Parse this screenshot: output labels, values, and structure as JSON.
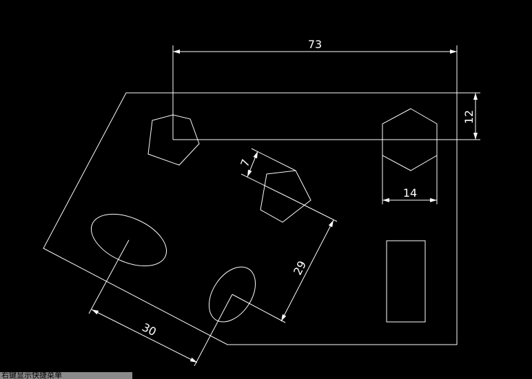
{
  "drawing": {
    "background": "#000000",
    "line_color": "#ffffff",
    "dimensions": {
      "d73": "73",
      "d12": "12",
      "d14": "14",
      "d7": "7",
      "d29": "29",
      "d30": "30"
    }
  },
  "status_bar": {
    "text": "右键显示快捷菜单"
  }
}
